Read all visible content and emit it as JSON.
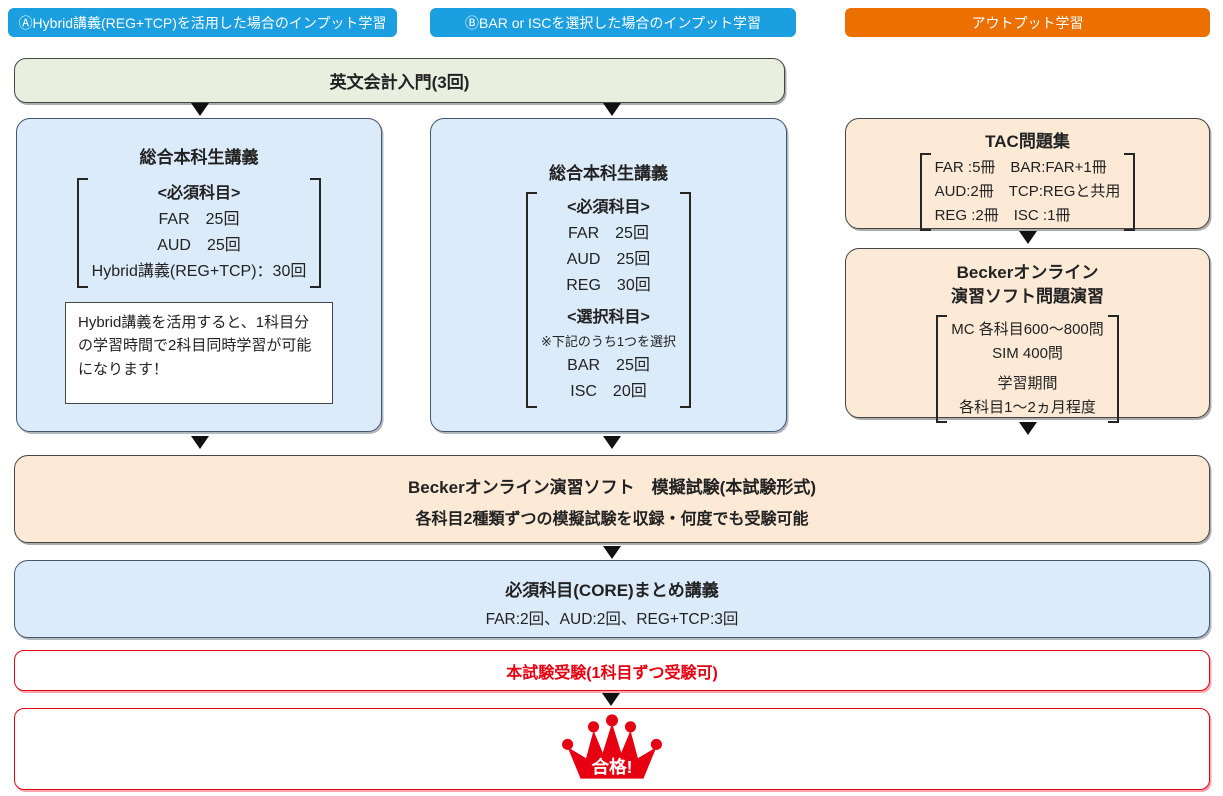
{
  "colors": {
    "blue_header": "#1b9fe0",
    "orange_header": "#ec7000",
    "green_fill": "#e9efdf",
    "blue_fill": "#dcebfa",
    "blue_border": "#45576e",
    "peach_fill": "#fcead7",
    "dark_border": "#454545",
    "red": "#e60012",
    "arrow": "#111111",
    "text": "#222222"
  },
  "headers": {
    "input_a": "ⒶHybrid講義(REG+TCP)を活用した場合のインプット学習",
    "input_b": "ⒷBAR or ISCを選択した場合のインプット学習",
    "output": "アウトプット学習"
  },
  "intro_box": {
    "label": "英文会計入門(3回)"
  },
  "course_a": {
    "title": "総合本科生講義",
    "bracket": {
      "head": "<必須科目>",
      "lines": [
        "FAR　25回",
        "AUD　25回",
        "Hybrid講義(REG+TCP)：30回"
      ]
    },
    "note": "Hybrid講義を活用すると、1科目分の学習時間で2科目同時学習が可能になります！"
  },
  "course_b": {
    "title": "総合本科生講義",
    "bracket": {
      "required_head": "<必須科目>",
      "required": [
        "FAR　25回",
        "AUD　25回",
        "REG　30回"
      ],
      "elective_head": "<選択科目>",
      "elective_note": "※下記のうち1つを選択",
      "elective": [
        "BAR　25回",
        "ISC　20回"
      ]
    }
  },
  "tac_workbook": {
    "title": "TAC問題集",
    "bracket": [
      "FAR :5冊　BAR:FAR+1冊",
      "AUD:2冊　TCP:REGと共用",
      "REG :2冊　ISC :1冊"
    ]
  },
  "becker_practice": {
    "title": [
      "Beckerオンライン",
      "演習ソフト問題演習"
    ],
    "bracket": [
      "MC 各科目600～800問",
      "SIM 400問"
    ],
    "period": [
      "学習期間",
      "各科目1～2ヵ月程度"
    ]
  },
  "mock_exam": {
    "line1": "Beckerオンライン演習ソフト　模擬試験(本試験形式)",
    "line2": "各科目2種類ずつの模擬試験を収録・何度でも受験可能"
  },
  "core_summary": {
    "line1": "必須科目(CORE)まとめ講義",
    "line2": "FAR:2回、AUD:2回、REG+TCP:3回"
  },
  "final_exam": {
    "label": "本試験受験(1科目ずつ受験可)"
  },
  "goal": {
    "label": "合格!",
    "icon": "crown-icon"
  }
}
